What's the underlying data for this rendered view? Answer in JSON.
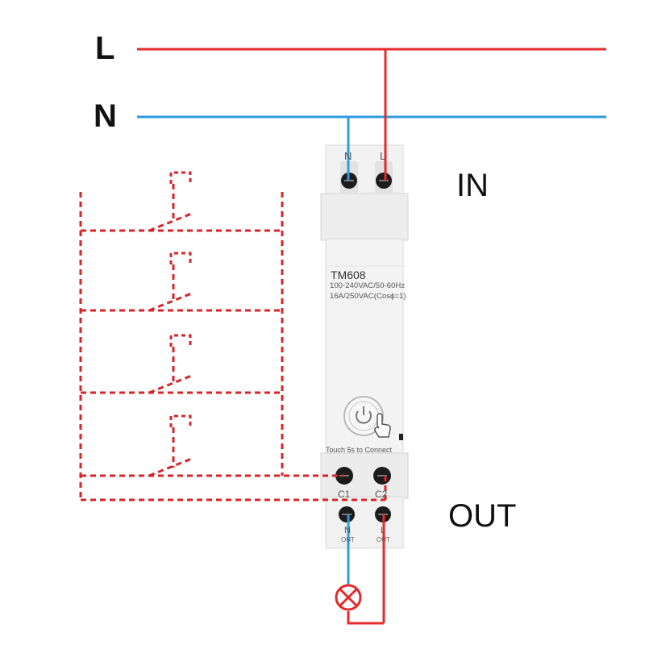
{
  "labels": {
    "line_l": "L",
    "line_n": "N",
    "in": "IN",
    "out": "OUT"
  },
  "device": {
    "model": "TM608",
    "voltage": "100-240VAC/50-60Hz",
    "rating": "16A/250VAC(Cosϕ=1)",
    "touch_hint": "Touch 5s to Connect",
    "terminals_top": [
      "N",
      "L"
    ],
    "terminals_mid": [
      "C1",
      "C2"
    ],
    "terminals_bottom": [
      "N",
      "L"
    ],
    "terminals_bottom_sub": [
      "OUT",
      "OUT"
    ]
  },
  "icons": [
    "power-touch-icon",
    "hand-pointer-icon",
    "lamp-icon"
  ],
  "colors": {
    "live": "#e52b2b",
    "neutral": "#2e9be0",
    "switch_dashed": "#d6262a",
    "device_body": "#ececec"
  }
}
